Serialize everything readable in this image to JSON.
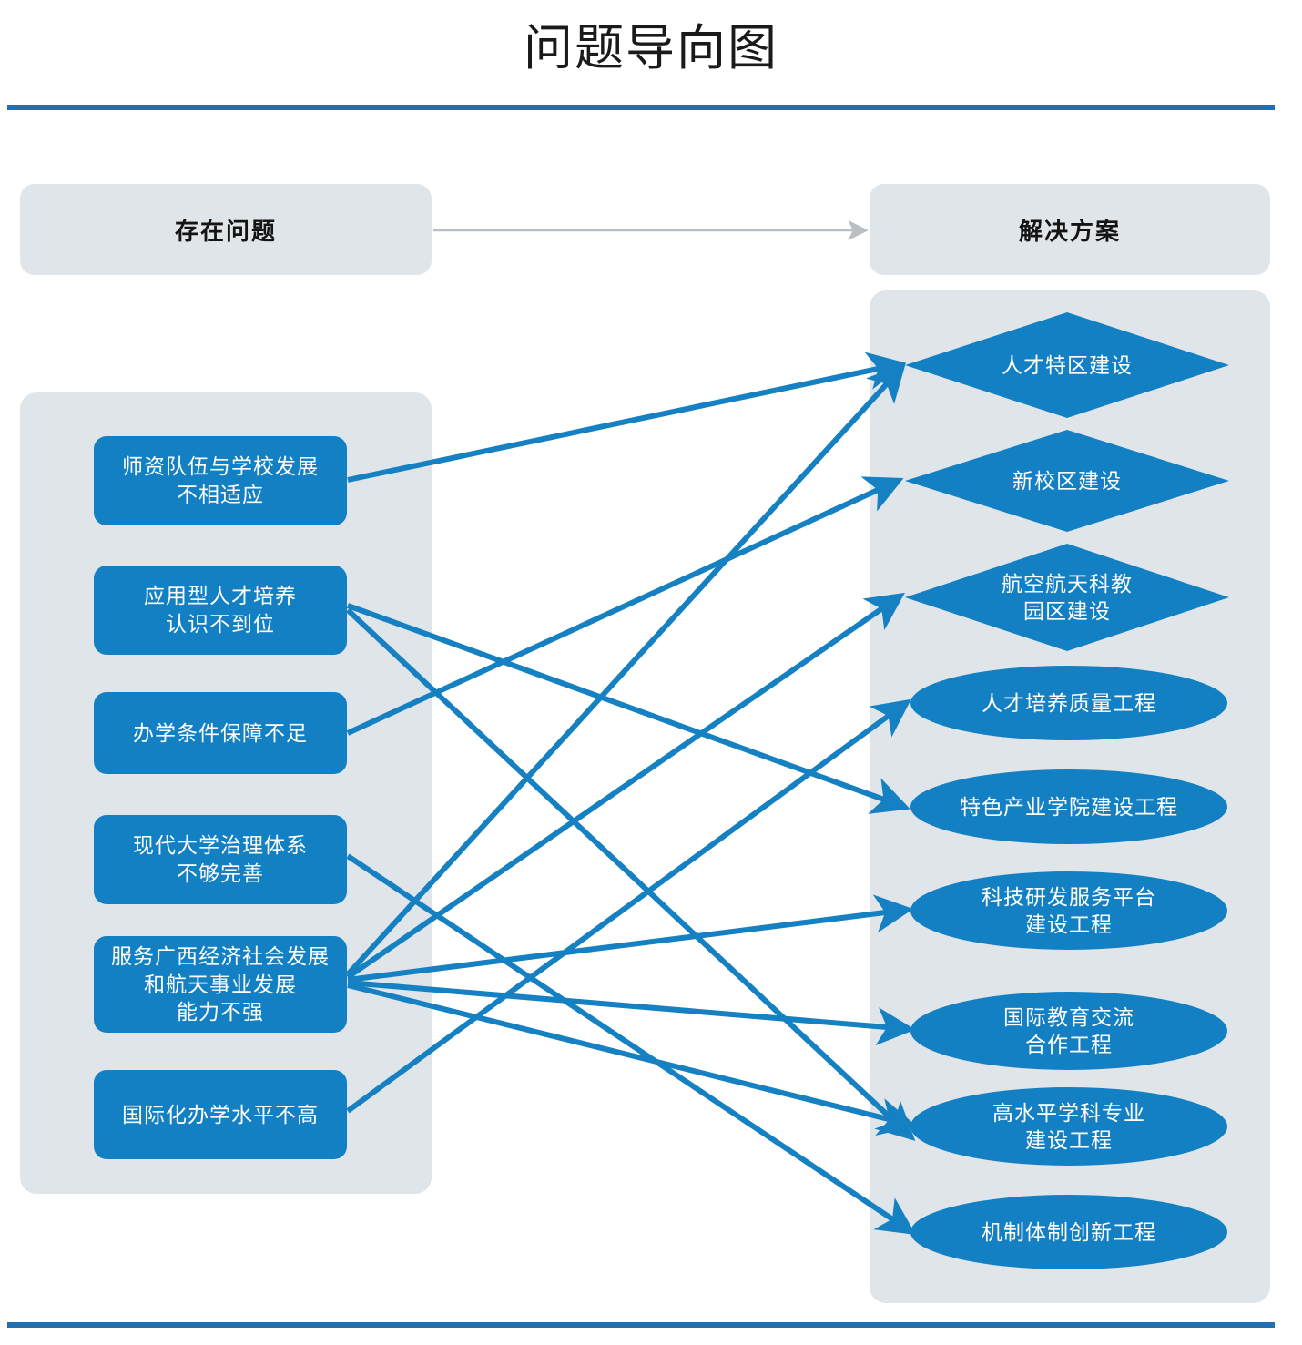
{
  "page": {
    "title": "问题导向图",
    "accent_color": "#1f6fb2",
    "node_color": "#1380c4",
    "panel_color": "#dfe5e8",
    "connector_color": "#1580c2"
  },
  "headers": {
    "left": "存在问题",
    "right": "解决方案",
    "link_arrow": "header-arrow"
  },
  "problems": [
    {
      "id": "p1",
      "lines": [
        "师资队伍与学校发展",
        "不相适应"
      ]
    },
    {
      "id": "p2",
      "lines": [
        "应用型人才培养",
        "认识不到位"
      ]
    },
    {
      "id": "p3",
      "lines": [
        "办学条件保障不足"
      ]
    },
    {
      "id": "p4",
      "lines": [
        "现代大学治理体系",
        "不够完善"
      ]
    },
    {
      "id": "p5",
      "lines": [
        "服务广西经济社会发展",
        "和航天事业发展",
        "能力不强"
      ]
    },
    {
      "id": "p6",
      "lines": [
        "国际化办学水平不高"
      ]
    }
  ],
  "solutions": [
    {
      "id": "s1",
      "shape": "diamond",
      "lines": [
        "人才特区建设"
      ]
    },
    {
      "id": "s2",
      "shape": "diamond",
      "lines": [
        "新校区建设"
      ]
    },
    {
      "id": "s3",
      "shape": "diamond",
      "lines": [
        "航空航天科教",
        "园区建设"
      ]
    },
    {
      "id": "s4",
      "shape": "ellipse",
      "lines": [
        "人才培养质量工程"
      ]
    },
    {
      "id": "s5",
      "shape": "ellipse",
      "lines": [
        "特色产业学院建设工程"
      ]
    },
    {
      "id": "s6",
      "shape": "ellipse",
      "lines": [
        "科技研发服务平台",
        "建设工程"
      ]
    },
    {
      "id": "s7",
      "shape": "ellipse",
      "lines": [
        "国际教育交流",
        "合作工程"
      ]
    },
    {
      "id": "s8",
      "shape": "ellipse",
      "lines": [
        "高水平学科专业",
        "建设工程"
      ]
    },
    {
      "id": "s9",
      "shape": "ellipse",
      "lines": [
        "机制体制创新工程"
      ]
    }
  ],
  "connections": [
    {
      "from": "p1",
      "to": "s1"
    },
    {
      "from": "p2",
      "to": "s5"
    },
    {
      "from": "p2",
      "to": "s8"
    },
    {
      "from": "p3",
      "to": "s2"
    },
    {
      "from": "p4",
      "to": "s9"
    },
    {
      "from": "p5",
      "to": "s1"
    },
    {
      "from": "p5",
      "to": "s3"
    },
    {
      "from": "p5",
      "to": "s6"
    },
    {
      "from": "p5",
      "to": "s7"
    },
    {
      "from": "p5",
      "to": "s8"
    },
    {
      "from": "p6",
      "to": "s4"
    }
  ]
}
